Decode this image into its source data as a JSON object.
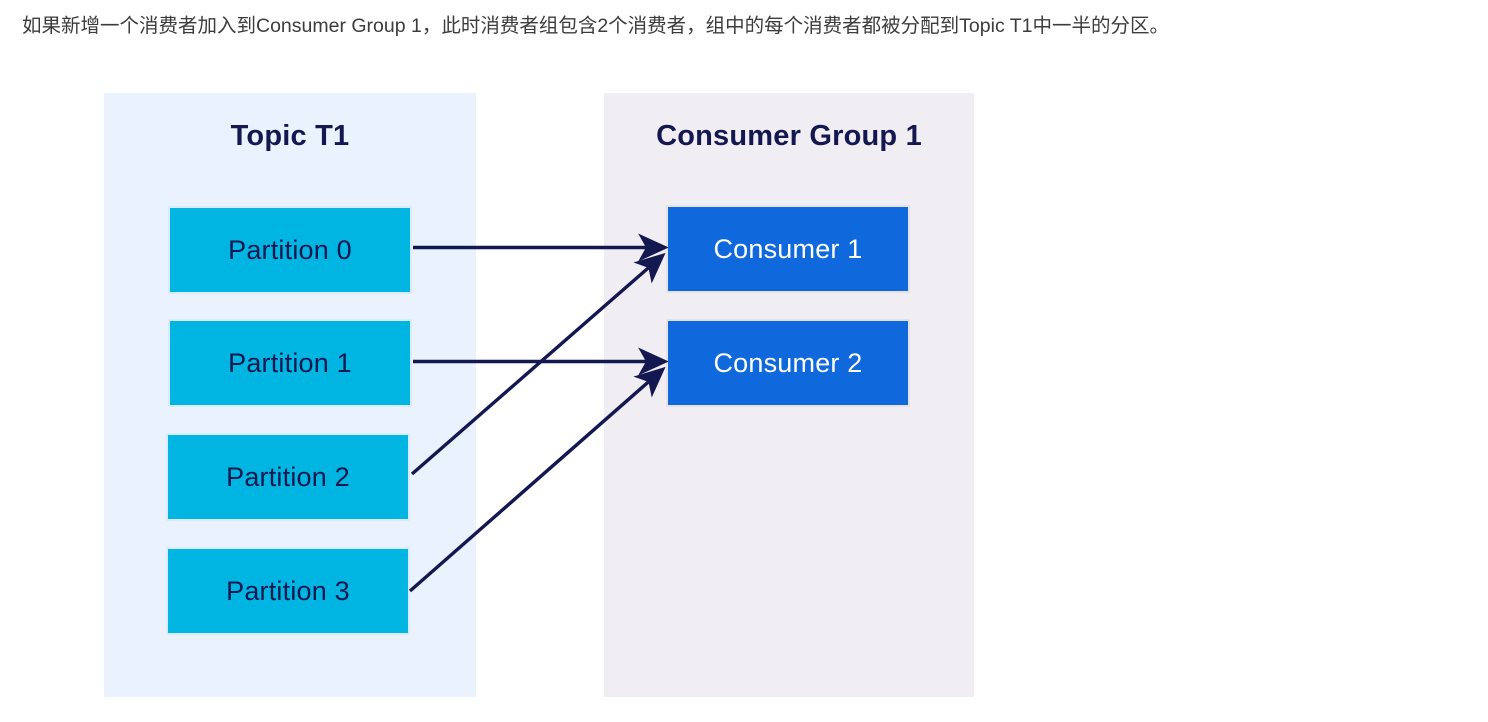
{
  "caption": {
    "text": "如果新增一个消费者加入到Consumer Group 1，此时消费者组包含2个消费者，组中的每个消费者都被分配到Topic T1中一半的分区。"
  },
  "diagram": {
    "type": "kafka-consumer-group-assignment",
    "colors": {
      "topic_panel_bg": "#e9f2fd",
      "group_panel_bg": "#f0eef2",
      "partition_fill": "#00b5e2",
      "partition_text": "#141850",
      "consumer_fill": "#1068dd",
      "consumer_text": "#ffffff",
      "title_text": "#141850",
      "arrow_stroke": "#141850",
      "page_bg": "#ffffff"
    },
    "topic_panel": {
      "title": "Topic T1",
      "partitions": [
        {
          "label": "Partition 0"
        },
        {
          "label": "Partition 1"
        },
        {
          "label": "Partition 2"
        },
        {
          "label": "Partition 3"
        }
      ]
    },
    "group_panel": {
      "title": "Consumer Group 1",
      "consumers": [
        {
          "label": "Consumer 1"
        },
        {
          "label": "Consumer 2"
        }
      ]
    },
    "assignments": [
      {
        "from": "Partition 0",
        "to": "Consumer 1"
      },
      {
        "from": "Partition 1",
        "to": "Consumer 2"
      },
      {
        "from": "Partition 2",
        "to": "Consumer 1"
      },
      {
        "from": "Partition 3",
        "to": "Consumer 2"
      }
    ]
  }
}
